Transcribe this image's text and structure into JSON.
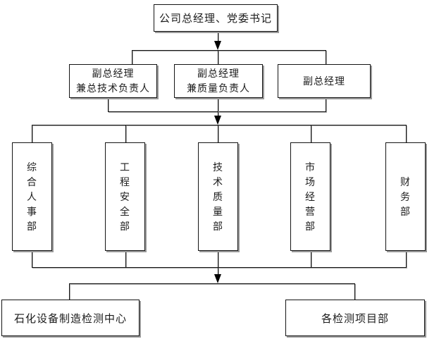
{
  "diagram": {
    "type": "org-chart",
    "colors": {
      "line": "#141414",
      "shadow": "#9a9a9a",
      "box_fill": "#ffffff",
      "text": "#1c1c1c"
    },
    "nodes": {
      "root": {
        "label": "公司总经理、党委书记"
      },
      "deputies": [
        {
          "line1": "副总经理",
          "line2": "兼总技术负责人"
        },
        {
          "line1": "副总经理",
          "line2": "兼质量负责人"
        },
        {
          "line1": "副总经理",
          "line2": ""
        }
      ],
      "departments": [
        {
          "label": "综合人事部"
        },
        {
          "label": "工程安全部"
        },
        {
          "label": "技术质量部"
        },
        {
          "label": "市场经营部"
        },
        {
          "label": "财务部"
        }
      ],
      "centers": [
        {
          "label": "石化设备制造检测中心"
        },
        {
          "label": "各检测项目部"
        }
      ]
    }
  }
}
